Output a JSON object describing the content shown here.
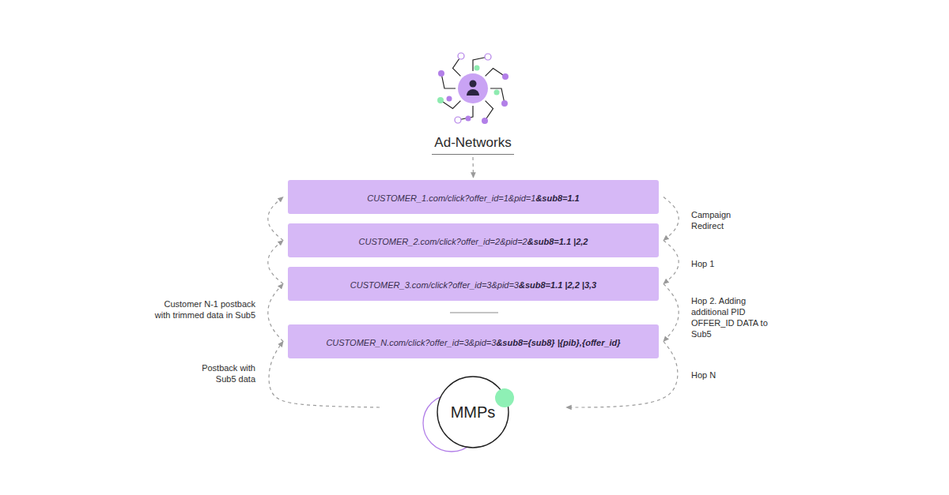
{
  "diagram": {
    "nodes": [
      {
        "text": [
          "Ad-Networks"
        ]
      },
      {
        "text": [
          "CUSTOMER_1.com/click?offer_id=1&pid=1",
          "&sub8=1.1"
        ]
      },
      {
        "text": [
          "CUSTOMER_2.com/click?offer_id=2&pid=2",
          "&sub8=1.1 |2,2"
        ]
      },
      {
        "text": [
          "CUSTOMER_3.com/click?offer_id=3&pid=3",
          "&sub8=1.1 |2,2 |3,3"
        ]
      },
      {
        "text": [
          "CUSTOMER_N.com/click?offer_id=3&pid=3",
          "&sub8={sub8} |{pib},{offer_id}"
        ]
      },
      {
        "text": [
          "MMPs"
        ]
      }
    ],
    "edges": [
      {
        "from": 0,
        "to": 1,
        "arrow": "to"
      },
      {
        "from": 1,
        "to": 2,
        "arrow": "to",
        "label": "Campaign Redirect"
      },
      {
        "from": 2,
        "to": 3,
        "arrow": "to",
        "label": "Hop 1"
      },
      {
        "from": 3,
        "to": 4,
        "arrow": "to",
        "label": "Hop 2. Adding additional PID OFFER_ID DATA to Sub5"
      },
      {
        "from": 4,
        "to": 5,
        "arrow": "to",
        "label": "Hop N"
      },
      {
        "from": 5,
        "to": 4,
        "arrow": "to",
        "label": "Postback with Sub5 data"
      },
      {
        "from": 4,
        "to": 3,
        "arrow": "to",
        "label": "Customer N-1 postback with trimmed data in Sub5"
      },
      {
        "from": 3,
        "to": 2,
        "arrow": "to"
      },
      {
        "from": 2,
        "to": 1,
        "arrow": "to"
      }
    ]
  }
}
